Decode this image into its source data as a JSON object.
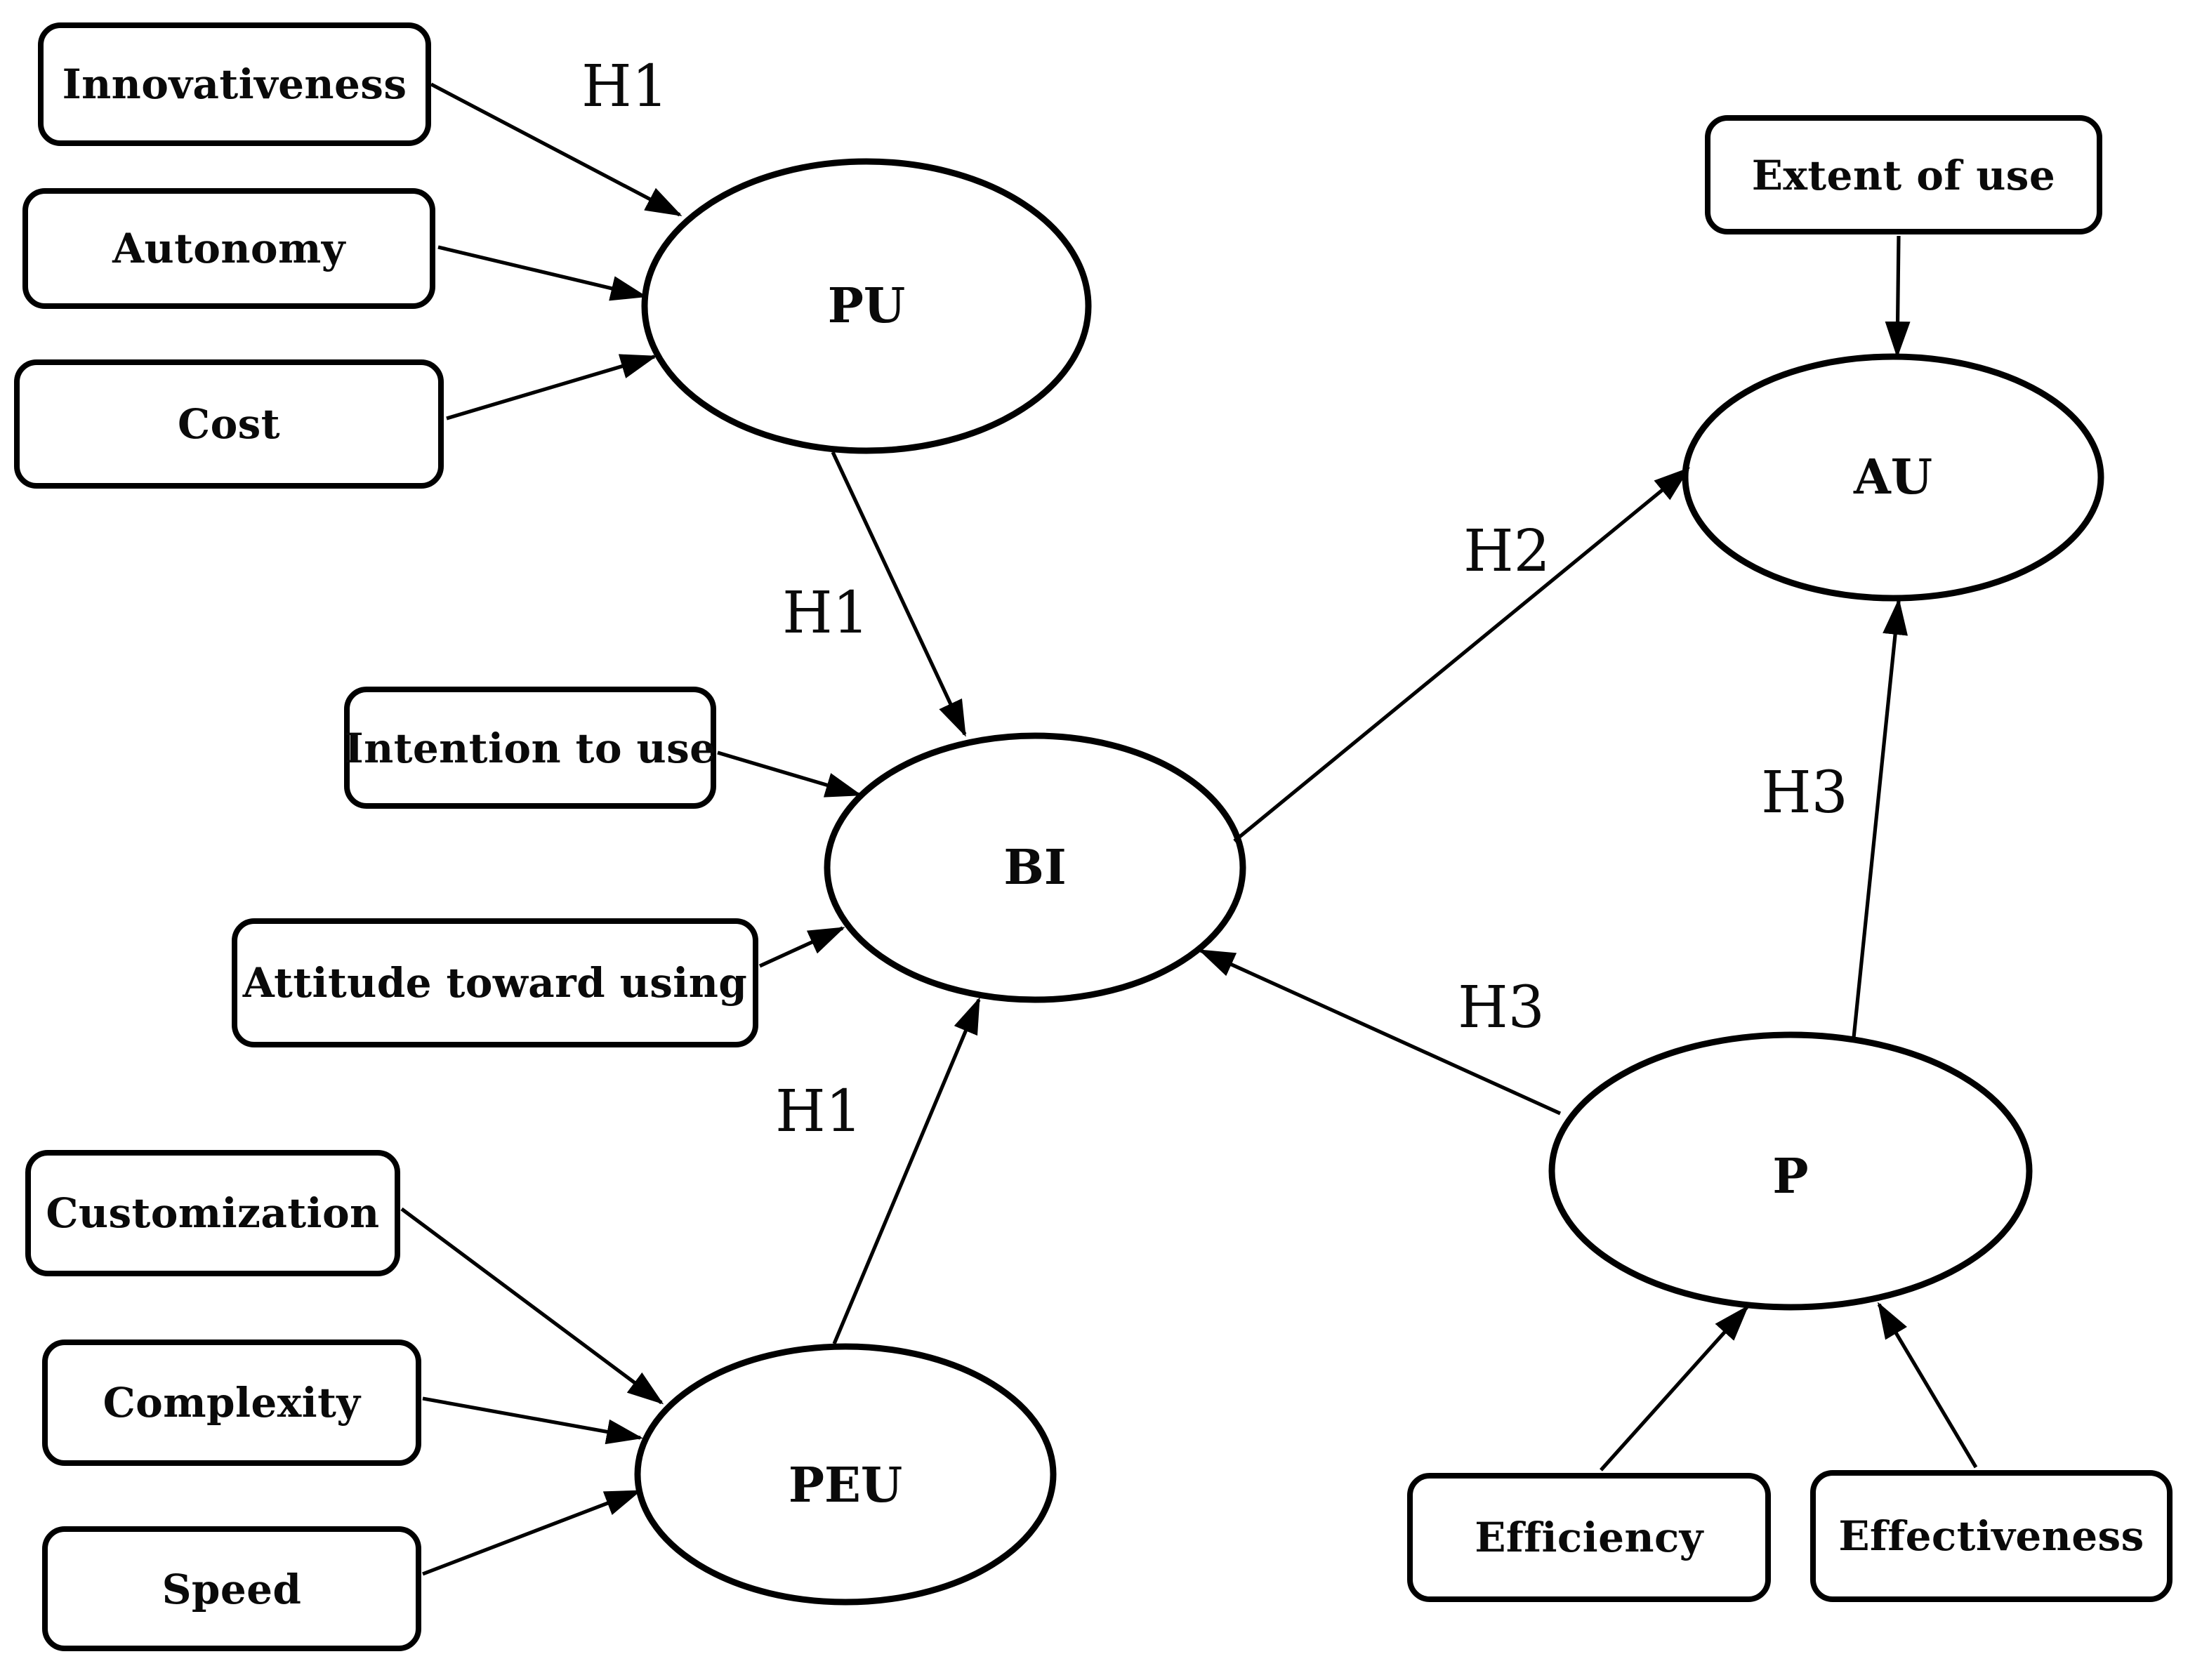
{
  "colors": {
    "background": "#ffffff",
    "line": "#000000",
    "text": "#0a0a0a"
  },
  "indicators": {
    "innovativeness": {
      "label": "Innovativeness"
    },
    "autonomy": {
      "label": "Autonomy"
    },
    "cost": {
      "label": "Cost"
    },
    "intention_to_use": {
      "label": "Intention to use"
    },
    "attitude_toward_using": {
      "label": "Attitude toward using"
    },
    "customization": {
      "label": "Customization"
    },
    "complexity": {
      "label": "Complexity"
    },
    "speed": {
      "label": "Speed"
    },
    "extent_of_use": {
      "label": "Extent of use"
    },
    "efficiency": {
      "label": "Efficiency"
    },
    "effectiveness": {
      "label": "Effectiveness"
    }
  },
  "constructs": {
    "pu": {
      "label": "PU"
    },
    "bi": {
      "label": "BI"
    },
    "peu": {
      "label": "PEU"
    },
    "au": {
      "label": "AU"
    },
    "p": {
      "label": "P"
    }
  },
  "hypotheses": {
    "h1_innovativeness_pu": {
      "label": "H1"
    },
    "h1_pu_bi": {
      "label": "H1"
    },
    "h1_peu_bi": {
      "label": "H1"
    },
    "h2_bi_au": {
      "label": "H2"
    },
    "h3_p_au": {
      "label": "H3"
    },
    "h3_p_bi": {
      "label": "H3"
    }
  },
  "edges": [
    {
      "from": "Innovativeness",
      "to": "PU",
      "label": "H1"
    },
    {
      "from": "Autonomy",
      "to": "PU",
      "label": ""
    },
    {
      "from": "Cost",
      "to": "PU",
      "label": ""
    },
    {
      "from": "PU",
      "to": "BI",
      "label": "H1"
    },
    {
      "from": "Intention to use",
      "to": "BI",
      "label": ""
    },
    {
      "from": "Attitude toward using",
      "to": "BI",
      "label": ""
    },
    {
      "from": "PEU",
      "to": "BI",
      "label": "H1"
    },
    {
      "from": "Customization",
      "to": "PEU",
      "label": ""
    },
    {
      "from": "Complexity",
      "to": "PEU",
      "label": ""
    },
    {
      "from": "Speed",
      "to": "PEU",
      "label": ""
    },
    {
      "from": "BI",
      "to": "AU",
      "label": "H2"
    },
    {
      "from": "Extent of use",
      "to": "AU",
      "label": ""
    },
    {
      "from": "P",
      "to": "AU",
      "label": "H3"
    },
    {
      "from": "P",
      "to": "BI",
      "label": "H3"
    },
    {
      "from": "Efficiency",
      "to": "P",
      "label": ""
    },
    {
      "from": "Effectiveness",
      "to": "P",
      "label": ""
    }
  ]
}
